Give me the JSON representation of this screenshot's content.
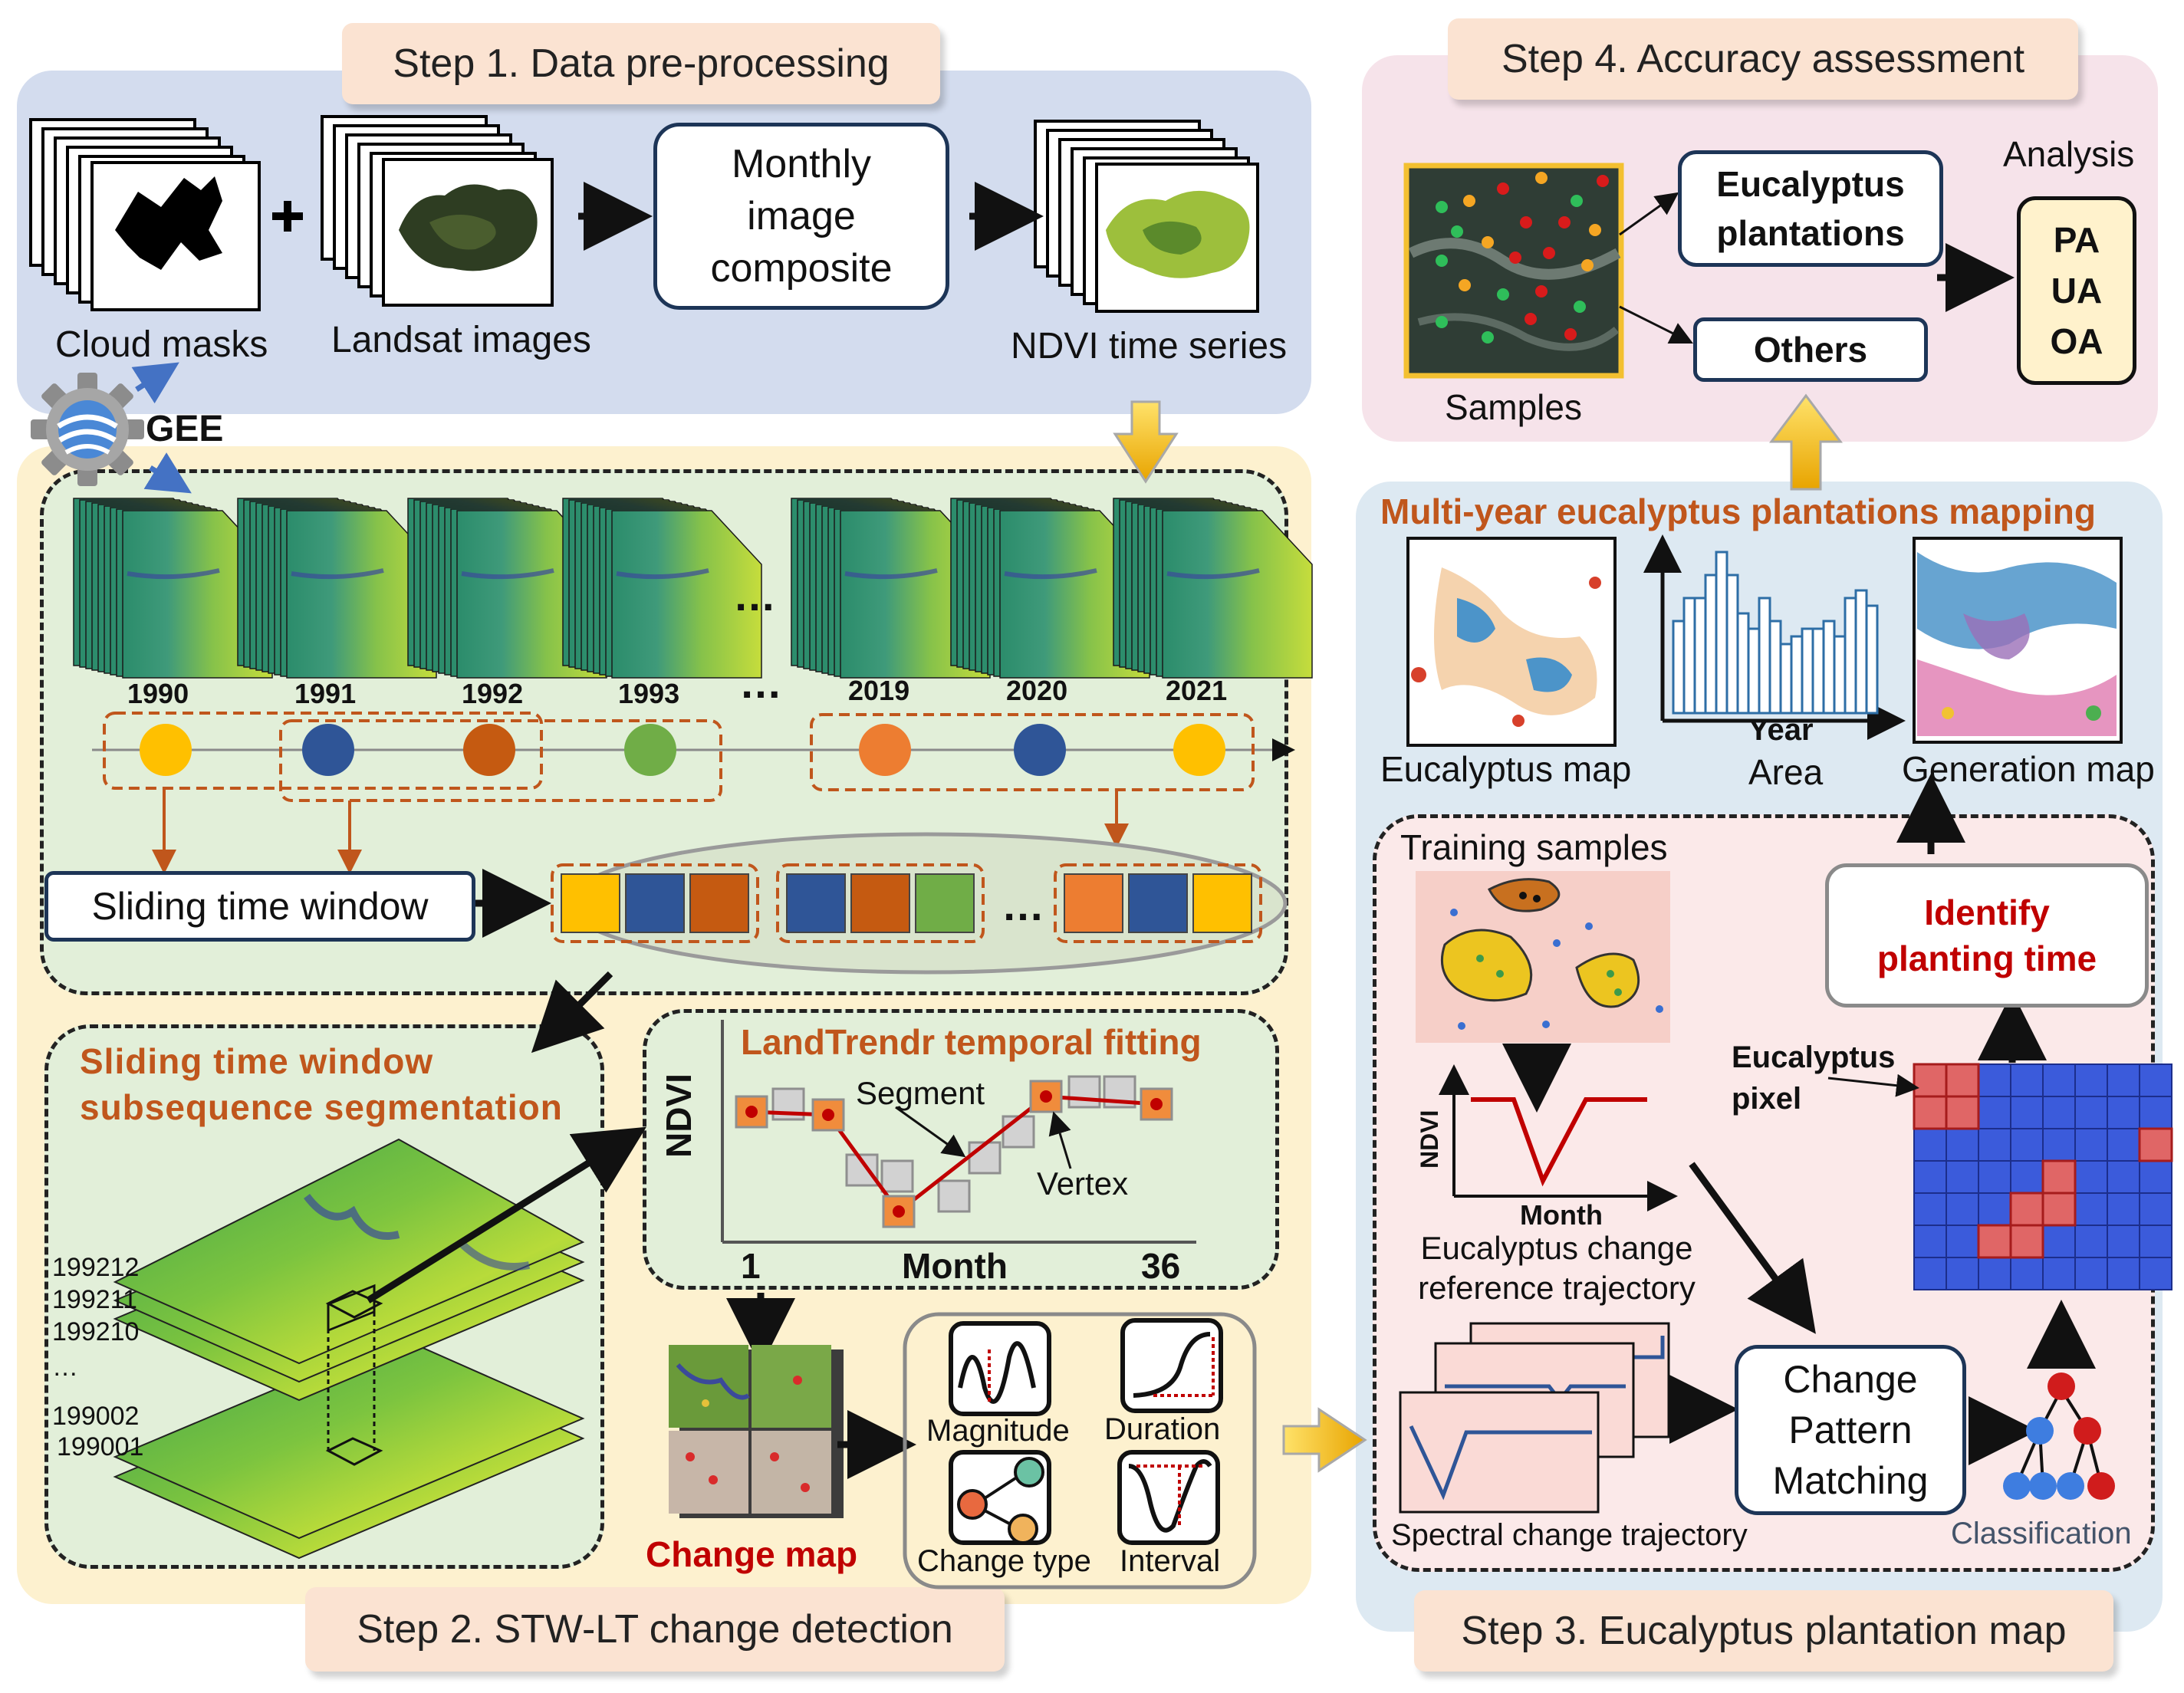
{
  "step1": {
    "title": "Step 1. Data pre-processing",
    "cloud_masks": "Cloud masks",
    "landsat": "Landsat images",
    "composite": "Monthly image composite",
    "ndvi_series": "NDVI time series",
    "gee": "GEE"
  },
  "step2": {
    "title": "Step 2. STW-LT change detection",
    "years": [
      "1990",
      "1991",
      "1992",
      "1993",
      "2019",
      "2020",
      "2021"
    ],
    "ellipsis": "…",
    "sliding_window": "Sliding time window",
    "segmentation_title": "Sliding time window subsequence segmentation",
    "layer_labels": [
      "199212",
      "199211",
      "199210",
      "…",
      "199002",
      "199001"
    ],
    "landtrendr_title": "LandTrendr temporal fitting",
    "ndvi_axis": "NDVI",
    "segment": "Segment",
    "vertex": "Vertex",
    "month_axis": "Month",
    "month_start": "1",
    "month_end": "36",
    "change_map": "Change map",
    "metrics": [
      "Magnitude",
      "Duration",
      "Change type",
      "Interval"
    ]
  },
  "step3": {
    "title": "Step 3. Eucalyptus plantation map",
    "mapping_title": "Multi-year eucalyptus plantations mapping",
    "eucalyptus_map": "Eucalyptus map",
    "year_axis": "Year",
    "area_label": "Area",
    "generation_map": "Generation map",
    "training_samples": "Training samples",
    "ndvi_axis": "NDVI",
    "month_axis": "Month",
    "reference_trajectory": "Eucalyptus change reference trajectory",
    "spectral_trajectory": "Spectral change trajectory",
    "matching": "Change Pattern Matching",
    "classification": "Classification",
    "identify": "Identify planting time",
    "eucalyptus_pixel": "Eucalyptus pixel"
  },
  "step4": {
    "title": "Step 4. Accuracy assessment",
    "eucalyptus_plantations": "Eucalyptus plantations",
    "others": "Others",
    "analysis": "Analysis",
    "metrics": [
      "PA",
      "UA",
      "OA"
    ],
    "samples": "Samples"
  },
  "colors": {
    "step1_bg": "#d3dcee",
    "step2_bg": "#fdf1cf",
    "step3_bg": "#dde9f2",
    "step4_bg": "#f6e3ea",
    "inner_green": "#e2efd9",
    "inner_pink": "#fbe9e9",
    "year_1990": "#ffc000",
    "year_1991": "#2f5597",
    "year_1992": "#c55a11",
    "year_1993": "#70ad47",
    "year_2019": "#ed7d31",
    "year_2020": "#2f5597",
    "year_2021": "#ffc000",
    "orange_title": "#c0561c",
    "red_title": "#c00000"
  }
}
